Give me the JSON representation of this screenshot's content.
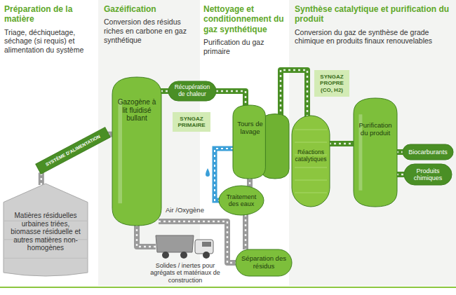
{
  "diagram": {
    "nodes": [
      {
        "text": [
          "Matières résiduelles urbaines triées, biomasse résiduelle et autres matières non-homogènes"
        ]
      },
      {
        "text": [
          "SYSTÈME D'ALIMENTATION"
        ]
      },
      {
        "text": [
          "Gazogène à lit fluidisé bullant"
        ]
      },
      {
        "text": [
          "Récupération de chaleur"
        ]
      },
      {
        "text": [
          "SYNGAZ PRIMAIRE"
        ]
      },
      {
        "text": [
          "Tours de lavage"
        ]
      },
      {
        "text": [
          "Traitement des eaux"
        ]
      },
      {
        "text": [
          "Séparation des résidus"
        ]
      },
      {
        "text": [
          "Solides / inertes pour agrégats et matériaux de construction"
        ]
      },
      {
        "text": [
          "SYNGAZ PROPRE (CO, H2)"
        ]
      },
      {
        "text": [
          "Réactions catalytiques"
        ]
      },
      {
        "text": [
          "Purification du produit"
        ]
      },
      {
        "text": [
          "Biocarburants"
        ]
      },
      {
        "text": [
          "Produits chimiques"
        ]
      }
    ],
    "edges": [
      {
        "from": 0,
        "to": 1,
        "arrow": "none"
      },
      {
        "from": 1,
        "to": 2,
        "arrow": "none"
      },
      {
        "from": 2,
        "to": 3,
        "arrow": "none"
      },
      {
        "from": 3,
        "to": 5,
        "arrow": "none"
      },
      {
        "from": 2,
        "to": 8,
        "arrow": "none"
      },
      {
        "from": 2,
        "to": 7,
        "arrow": "none"
      },
      {
        "from": 5,
        "to": 6,
        "arrow": "none"
      },
      {
        "from": 6,
        "to": 7,
        "arrow": "none"
      },
      {
        "from": 5,
        "to": 10,
        "arrow": "none"
      },
      {
        "from": 10,
        "to": 11,
        "arrow": "none"
      },
      {
        "from": 11,
        "to": 12,
        "arrow": "none"
      },
      {
        "from": 11,
        "to": 13,
        "arrow": "none"
      }
    ],
    "labels": [
      "Préparation de la matière",
      "Triage, déchiquetage, séchage (si requis) et alimentation du système",
      "Gazéification",
      "Conversion des résidus riches en carbone en gaz synthétique",
      "Nettoyage et conditionnement du gaz synthétique",
      "Purification du gaz primaire",
      "Synthèse catalytique et purification du produit",
      "Conversion du gaz de synthèse de grade chimique en produits finaux renouvelables",
      "Air /Oxygène"
    ]
  }
}
